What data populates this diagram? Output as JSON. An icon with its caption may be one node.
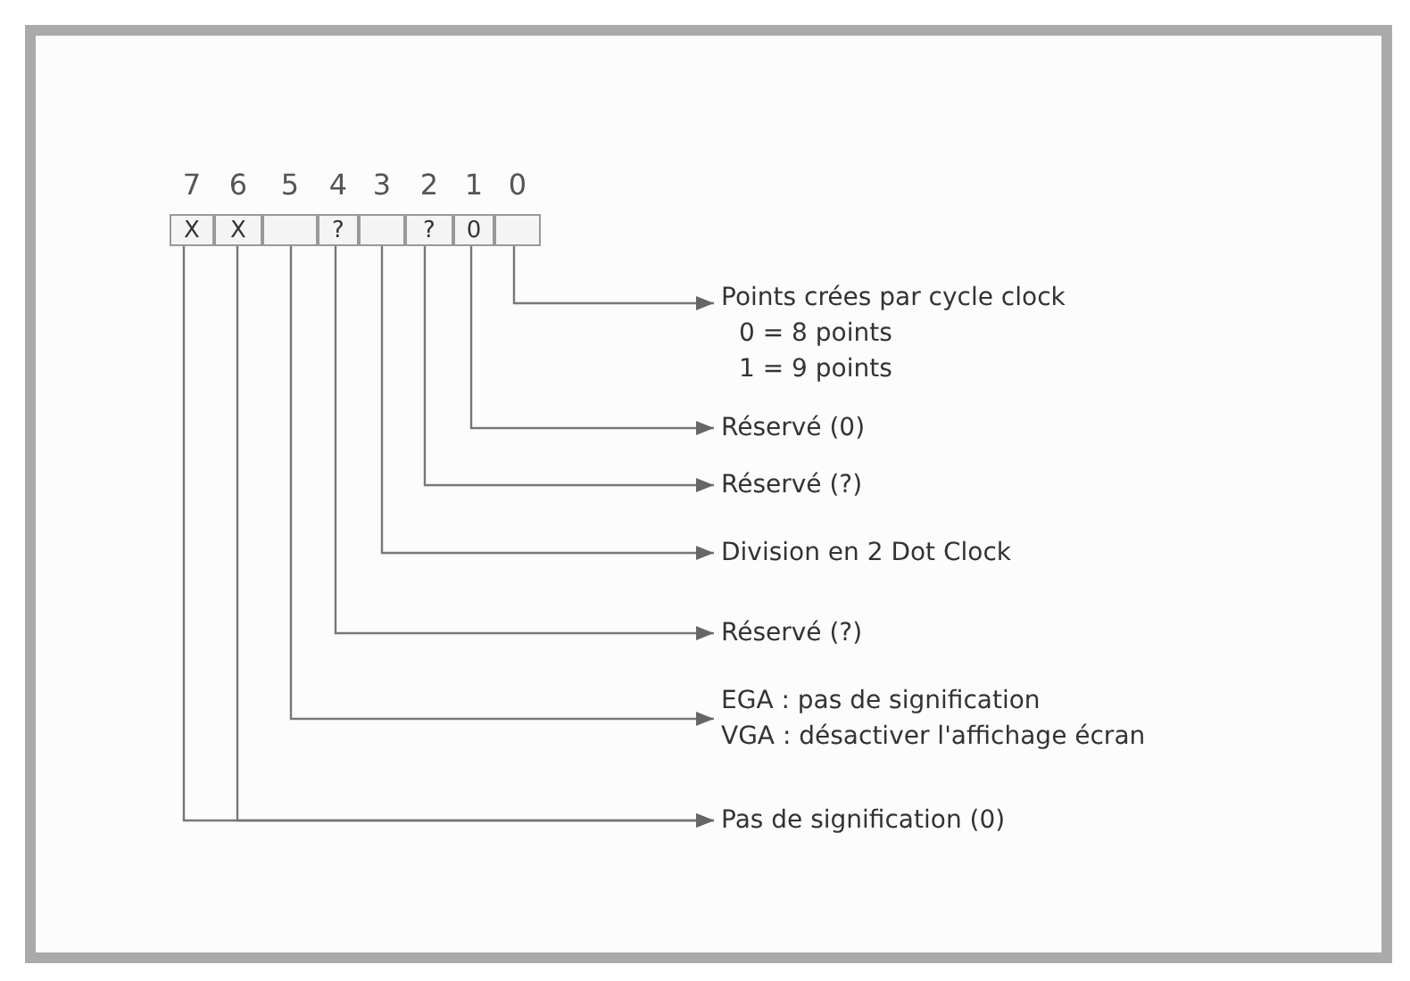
{
  "diagram": {
    "nodes": [
      {
        "text": [
          "X"
        ],
        "beside": [
          "7"
        ]
      },
      {
        "text": [
          "X"
        ],
        "beside": [
          "6"
        ]
      },
      {
        "text": [],
        "shape": "box",
        "beside": [
          "5"
        ]
      },
      {
        "text": [
          "?"
        ],
        "beside": [
          "4"
        ]
      },
      {
        "text": [],
        "shape": "box",
        "beside": [
          "3"
        ]
      },
      {
        "text": [
          "?"
        ],
        "beside": [
          "2"
        ]
      },
      {
        "text": [
          "0"
        ],
        "beside": [
          "1"
        ]
      },
      {
        "text": [],
        "shape": "box",
        "beside": [
          "0"
        ]
      },
      {
        "text": [
          "Points crées par cycle clock",
          "0 = 8 points",
          "1 = 9 points"
        ]
      },
      {
        "text": [
          "Réservé (0)"
        ]
      },
      {
        "text": [
          "Réservé (?)"
        ]
      },
      {
        "text": [
          "Division en 2 Dot Clock"
        ]
      },
      {
        "text": [
          "Réservé (?)"
        ]
      },
      {
        "text": [
          "EGA : pas de signification",
          "VGA : désactiver l'affichage écran"
        ]
      },
      {
        "text": [
          "Pas de signification (0)"
        ]
      }
    ],
    "edges": [
      {
        "from": 7,
        "to": 8,
        "arrow": "to"
      },
      {
        "from": 6,
        "to": 9,
        "arrow": "to"
      },
      {
        "from": 5,
        "to": 10,
        "arrow": "to"
      },
      {
        "from": 4,
        "to": 11,
        "arrow": "to"
      },
      {
        "from": 3,
        "to": 12,
        "arrow": "to"
      },
      {
        "from": 2,
        "to": 13,
        "arrow": "to"
      },
      {
        "from": 1,
        "to": 14,
        "arrow": "to"
      },
      {
        "from": 0,
        "to": 14,
        "arrow": "to"
      }
    ]
  }
}
